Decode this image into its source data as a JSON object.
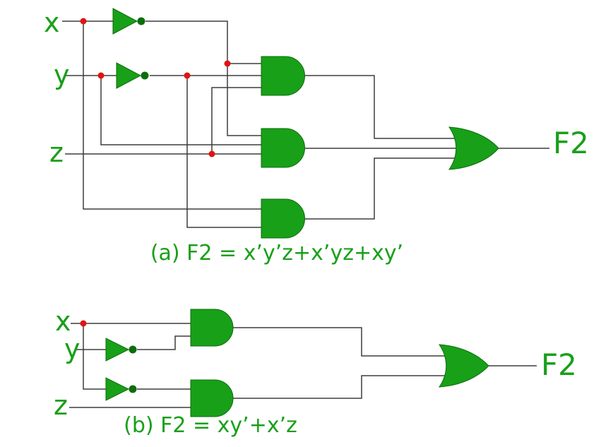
{
  "colors": {
    "green": "#18a018",
    "green_dark": "#0b6e0b",
    "red": "#e01414",
    "wire": "#3d3d3d",
    "background": "#ffffff"
  },
  "circuit_a": {
    "inputs": [
      "x",
      "y",
      "z"
    ],
    "output_label": "F2",
    "caption": "(a) F2 = x’y’z+x’yz+xy’",
    "gates": [
      "NOT x",
      "NOT y",
      "AND x’y’z",
      "AND x’yz",
      "AND xy’",
      "OR"
    ]
  },
  "circuit_b": {
    "inputs": [
      "x",
      "y",
      "z"
    ],
    "output_label": "F2",
    "caption": "(b) F2 = xy’+x’z",
    "gates": [
      "NOT y",
      "NOT x",
      "AND xy’",
      "AND x’z",
      "OR"
    ]
  }
}
